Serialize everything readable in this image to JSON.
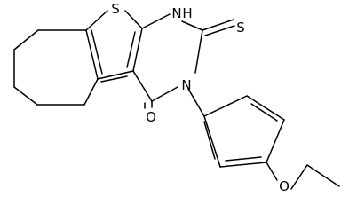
{
  "molecule": {
    "atoms": {
      "S1": "S",
      "N1": "N",
      "H1": "H",
      "S2": "S",
      "N2": "N",
      "O1": "O",
      "O2": "O"
    }
  },
  "colors": {
    "bond": "#000000",
    "label": "#000000",
    "background": "#ffffff"
  }
}
